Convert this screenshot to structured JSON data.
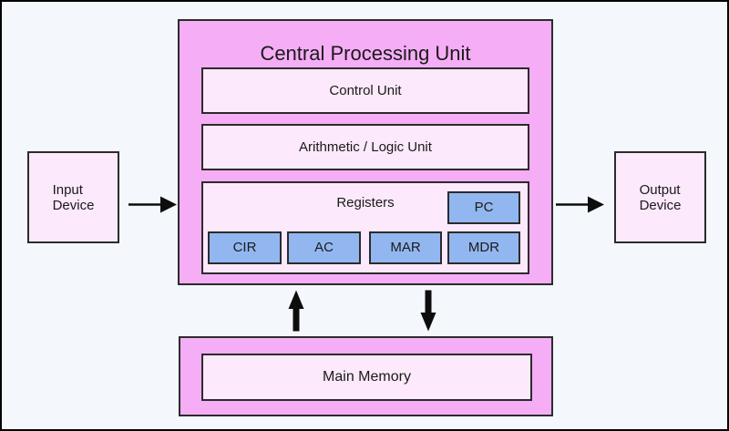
{
  "colors": {
    "page-bg": "#f4f8fc",
    "frame-border": "#000000",
    "pink-fill": "#f5adf6",
    "light-pink-fill": "#fce9fb",
    "blue-fill": "#92b7f0",
    "box-border": "#2b2b2b",
    "text": "#1a1a1a",
    "arrow": "#0d0d0d"
  },
  "cpu": {
    "title": "Central Processing Unit",
    "control_unit_label": "Control Unit",
    "alu_label": "Arithmetic / Logic Unit",
    "registers": {
      "label": "Registers",
      "pc_label": "PC",
      "cir_label": "CIR",
      "ac_label": "AC",
      "mar_label": "MAR",
      "mdr_label": "MDR"
    }
  },
  "devices": {
    "input_label": "Input\nDevice",
    "output_label": "Output\nDevice"
  },
  "memory": {
    "main_memory_label": "Main Memory"
  },
  "icons": {
    "input_to_cpu": "right-arrow-icon",
    "cpu_to_output": "right-arrow-icon",
    "memory_to_cpu": "thick-up-arrow-icon",
    "cpu_to_memory": "thick-down-arrow-icon"
  }
}
